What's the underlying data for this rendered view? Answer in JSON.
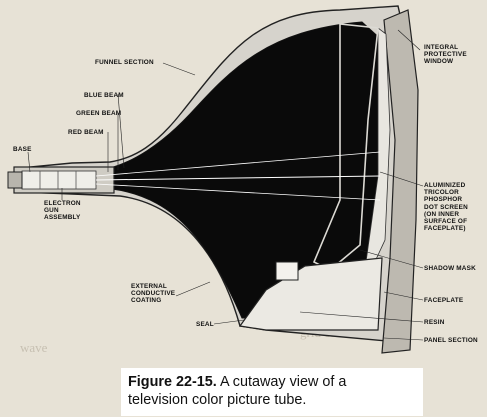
{
  "labels": {
    "funnel_section": "FUNNEL SECTION",
    "integral_window": [
      "INTEGRAL",
      "PROTECTIVE",
      "WINDOW"
    ],
    "blue_beam": "BLUE BEAM",
    "green_beam": "GREEN BEAM",
    "red_beam": "RED BEAM",
    "base": "BASE",
    "electron_gun": [
      "ELECTRON",
      "GUN",
      "ASSEMBLY"
    ],
    "phosphor_screen": [
      "ALUMINIZED",
      "TRICOLOR",
      "PHOSPHOR",
      "DOT SCREEN",
      "(ON INNER",
      "SURFACE OF",
      "FACEPLATE)"
    ],
    "shadow_mask": "SHADOW MASK",
    "external_coating": [
      "EXTERNAL",
      "CONDUCTIVE",
      "COATING"
    ],
    "faceplate": "FACEPLATE",
    "seal": "SEAL",
    "resin": "RESIN",
    "panel_section": "PANEL SECTION"
  },
  "caption": {
    "figure_number": "Figure 22-15.",
    "line1": "A cutaway view of a",
    "line2": "television color picture tube."
  },
  "colors": {
    "page": "#e7e2d6",
    "tube_interior": "#0a0a0a",
    "glass": "#d9d6cf",
    "beam": "#ffffff"
  }
}
